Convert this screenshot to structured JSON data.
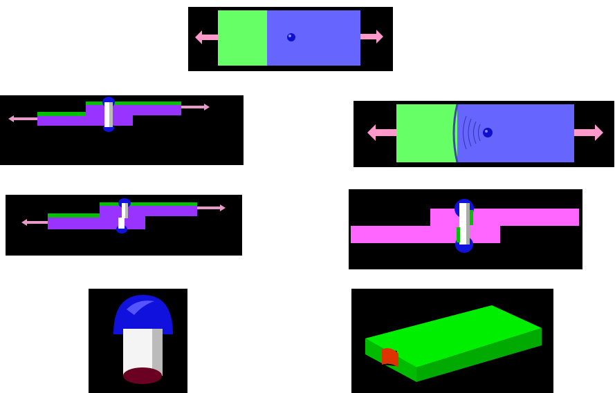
{
  "figure": {
    "panels": [
      {
        "id": "tension-top-view",
        "description_none": ""
      },
      {
        "id": "tension-side-view"
      },
      {
        "id": "tension-top-view-cracked"
      },
      {
        "id": "tension-side-view-sheared"
      },
      {
        "id": "side-view-pink-closeup"
      },
      {
        "id": "rivet-closeup"
      },
      {
        "id": "plate-with-hole"
      }
    ]
  },
  "colors": {
    "background": "#000000",
    "green_plate": "#00e000",
    "light_green_plate": "#66ff66",
    "blue_plate": "#6666ff",
    "purple_plate": "#9933ff",
    "pink_plate": "#ff66ff",
    "rivet_head": "#0000ee",
    "rivet_shank": "#ffffff",
    "arrow": "#ff99cc",
    "hole_red": "#dd3300"
  }
}
